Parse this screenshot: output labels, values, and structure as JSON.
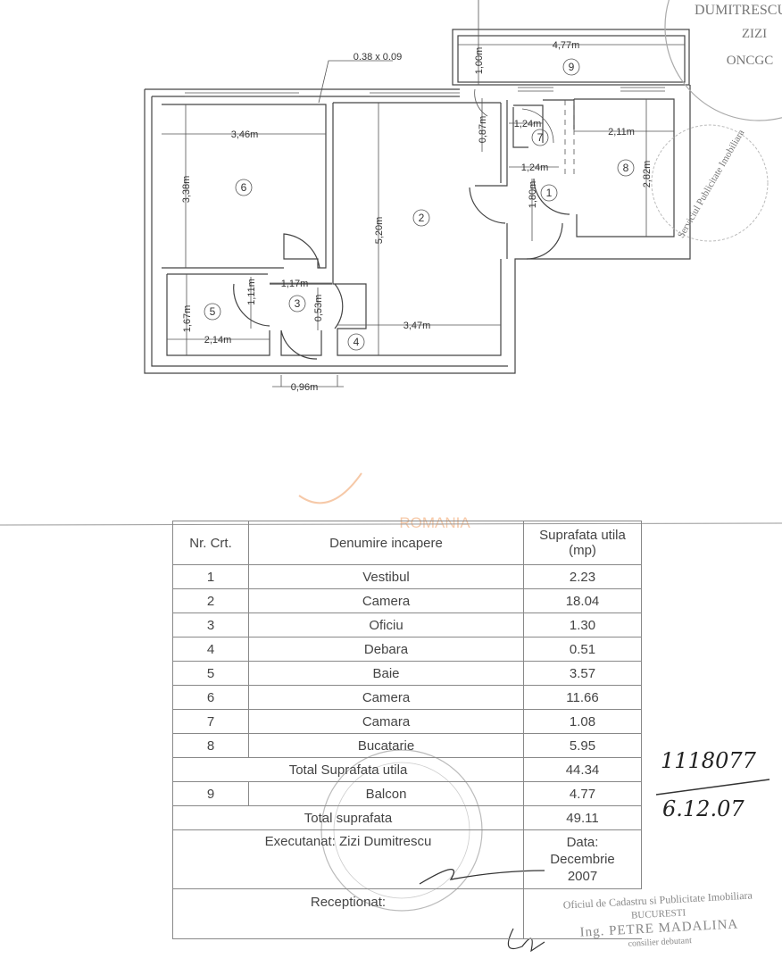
{
  "plan": {
    "note": "0.38 x 0.09",
    "rooms": {
      "r1": "1",
      "r2": "2",
      "r3": "3",
      "r4": "4",
      "r5": "5",
      "r6": "6",
      "r7": "7",
      "r8": "8",
      "r9": "9"
    },
    "dims": {
      "d346": "3,46m",
      "d338": "3,38m",
      "d520": "5,20m",
      "d347": "3,47m",
      "d117": "1,17m",
      "d111": "1,11m",
      "d053": "0,53m",
      "d167": "1,67m",
      "d214": "2,14m",
      "d096": "0,96m",
      "d477": "4,77m",
      "d100": "1,00m",
      "d087": "0,87m",
      "d124a": "1,24m",
      "d124b": "1,24m",
      "d211": "2,11m",
      "d180": "1,80m",
      "d282": "2,82m"
    }
  },
  "watermark": "ROMANIA",
  "table": {
    "headers": {
      "nr": "Nr. Crt.",
      "name": "Denumire incapere",
      "area_l1": "Suprafata utila",
      "area_l2": "(mp)"
    },
    "rows": [
      {
        "nr": "1",
        "name": "Vestibul",
        "area": "2.23"
      },
      {
        "nr": "2",
        "name": "Camera",
        "area": "18.04"
      },
      {
        "nr": "3",
        "name": "Oficiu",
        "area": "1.30"
      },
      {
        "nr": "4",
        "name": "Debara",
        "area": "0.51"
      },
      {
        "nr": "5",
        "name": "Baie",
        "area": "3.57"
      },
      {
        "nr": "6",
        "name": "Camera",
        "area": "11.66"
      },
      {
        "nr": "7",
        "name": "Camara",
        "area": "1.08"
      },
      {
        "nr": "8",
        "name": "Bucatarie",
        "area": "5.95"
      }
    ],
    "total_util": {
      "label": "Total Suprafata utila",
      "area": "44.34"
    },
    "balcony": {
      "nr": "9",
      "name": "Balcon",
      "area": "4.77"
    },
    "total": {
      "label": "Total suprafata",
      "area": "49.11"
    },
    "executed": "Executanat: Zizi Dumitrescu",
    "date_label": "Data:",
    "date_month": "Decembrie",
    "date_year": "2007",
    "received": "Receptionat:"
  },
  "handwritten": {
    "number": "1118077",
    "date": "6.12.07"
  },
  "stamps": {
    "top_right": [
      "DUMITRESCU",
      "ZIZI",
      "ONCGC"
    ],
    "right": "Serviciul Publicitate Imobiliara",
    "bottom": [
      "Oficiul de Cadastru si Publicitate Imobiliara",
      "BUCURESTI",
      "Ing. PETRE MADALINA",
      "consilier debutant"
    ]
  }
}
